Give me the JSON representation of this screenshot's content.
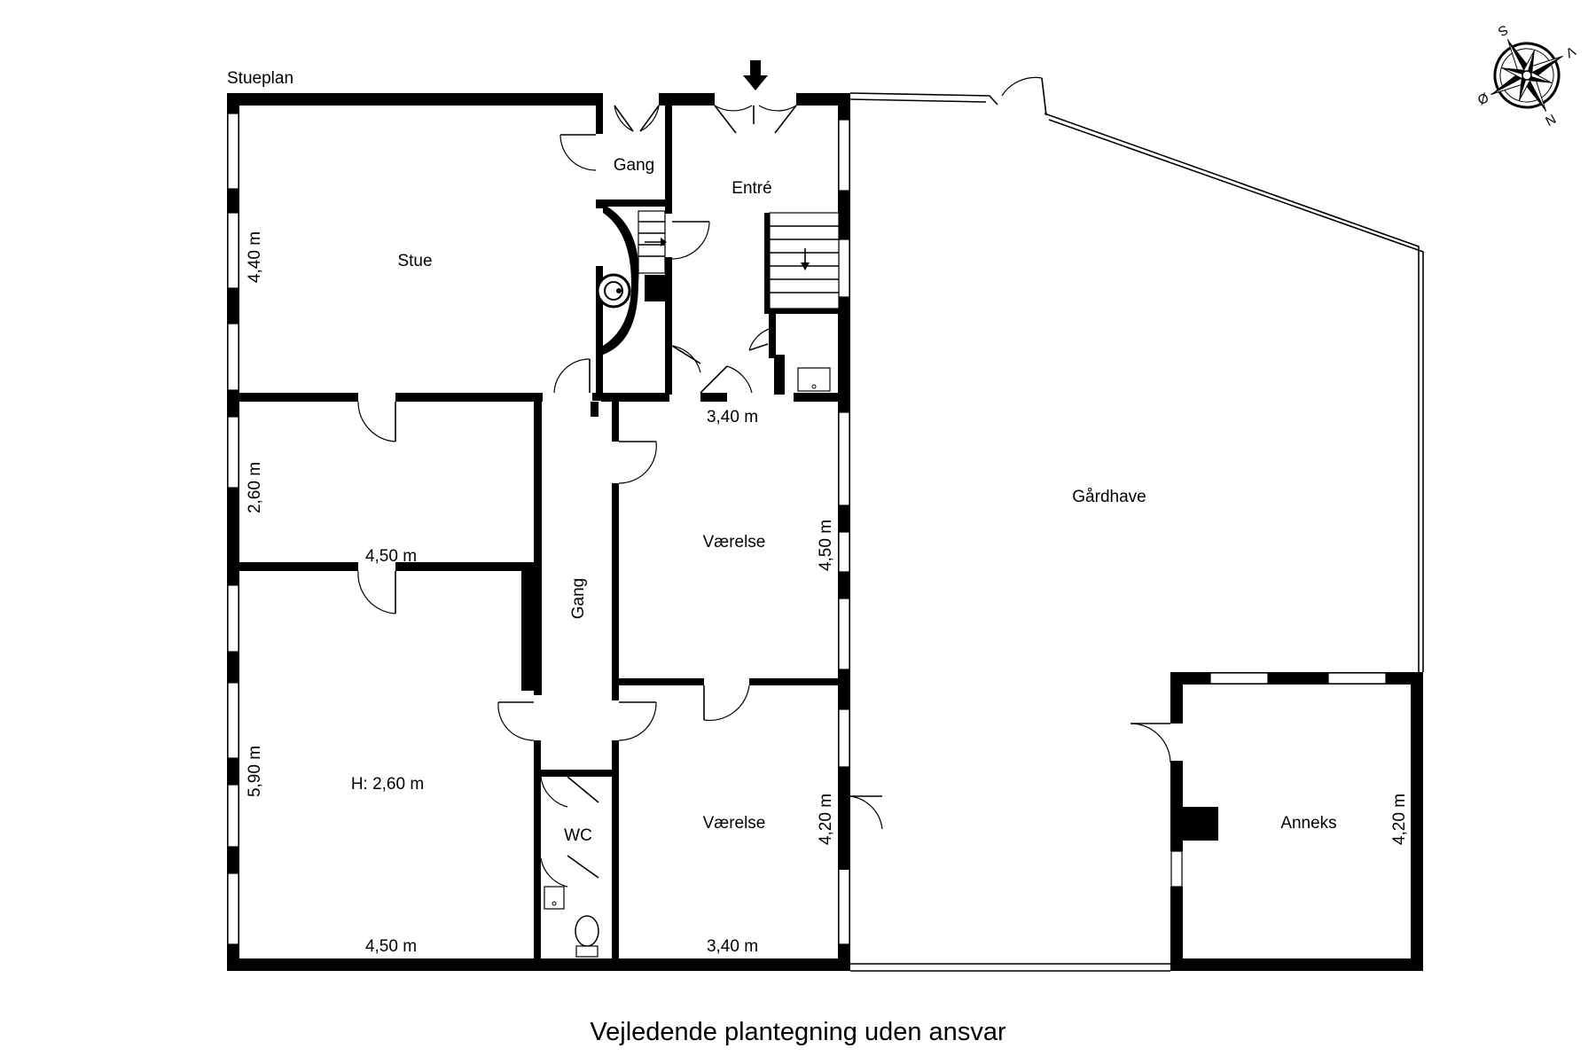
{
  "floor_title": "Stueplan",
  "caption": "Vejledende plantegning uden ansvar",
  "rooms": {
    "stue": "Stue",
    "gang_top": "Gang",
    "entre": "Entré",
    "gang_hall": "Gang",
    "vaerelse_top": "Værelse",
    "vaerelse_bottom": "Værelse",
    "wc": "WC",
    "room_height": "H: 2,60 m",
    "gaardhave": "Gårdhave",
    "anneks": "Anneks"
  },
  "dimensions": {
    "stue_height": "4,40 m",
    "room2_height": "2,60 m",
    "room2_width": "4,50 m",
    "room3_height": "5,90 m",
    "room3_width": "4,50 m",
    "vaerelse_top_width": "3,40 m",
    "vaerelse_top_height": "4,50 m",
    "vaerelse_bottom_height": "4,20 m",
    "vaerelse_bottom_width": "3,40 m",
    "anneks_height": "4,20 m"
  },
  "compass": {
    "n": "N",
    "s": "S",
    "e": "Ø",
    "w": "V"
  },
  "colors": {
    "line": "#000000",
    "background": "#ffffff"
  }
}
